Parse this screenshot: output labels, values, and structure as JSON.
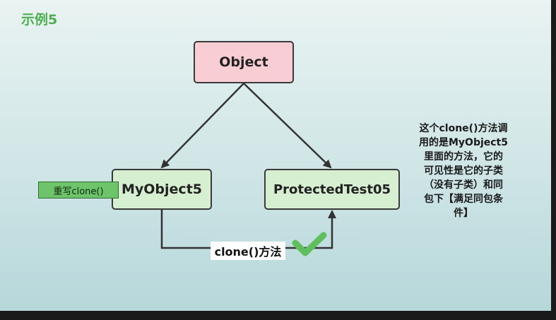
{
  "title": "示例5",
  "nodes": {
    "object": "Object",
    "myobject": "MyObject5",
    "protected": "ProtectedTest05"
  },
  "override_tag": "重写clone()",
  "edge_label": "clone()方法",
  "note": "这个clone()方法调\n用的是MyObject5\n里面的方法，它的\n可见性是它的子类\n（没有子类）和同\n包下【满足同包条\n件】",
  "colors": {
    "object_fill": "#f8cdd4",
    "class_fill": "#d6efd0",
    "tag_fill": "#6ec46a",
    "check_mark": "#5fbf5f",
    "title_color": "#4caf50"
  },
  "icons": [
    "check-mark-icon",
    "arrow-head-icon"
  ]
}
